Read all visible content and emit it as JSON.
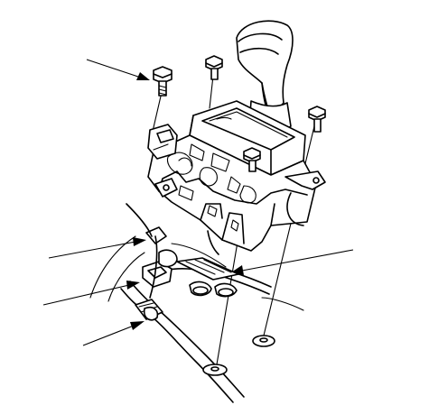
{
  "figure": {
    "background": "#ffffff",
    "line_color": "#000000"
  },
  "callouts": [
    {
      "target": "bolt-top-left"
    },
    {
      "target": "wire-clip-upper"
    },
    {
      "target": "harness-connector"
    },
    {
      "target": "harness-clip-lower"
    },
    {
      "target": "shift-cable-end"
    }
  ]
}
